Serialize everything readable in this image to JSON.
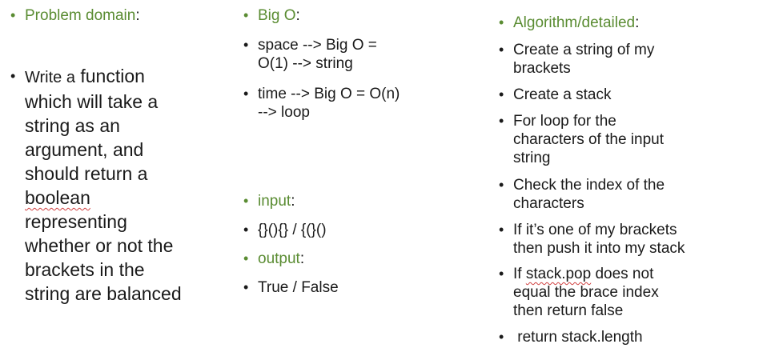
{
  "problem": {
    "heading": "Problem domain",
    "colon": ":",
    "desc_prefix": "Write a",
    "desc_word": " function",
    "desc_lines": [
      "which will take a",
      "string as an",
      "argument, and",
      "should return a"
    ],
    "desc_squiggle": "boolean",
    "desc_lines2": [
      "representing",
      "whether or not the",
      "brackets in the",
      "string are balanced"
    ]
  },
  "bigo": {
    "heading": "Big O",
    "colon": ":",
    "space_l1": "space --> Big O =",
    "space_l2": "O(1) --> string",
    "time_l1": "time --> Big O = O(n)",
    "time_l2": "--> loop"
  },
  "io": {
    "input_heading": "input",
    "input_value": "{}(){} / {(}()",
    "output_heading": "output",
    "output_value": "True / False",
    "colon": ":"
  },
  "algo": {
    "heading": "Algorithm/detailed",
    "colon": ":",
    "s1": [
      "Create a string of my",
      "brackets"
    ],
    "s2": [
      "Create a stack"
    ],
    "s3": [
      "For loop for the",
      "characters of the input",
      "string"
    ],
    "s4": [
      "Check the index of the",
      "characters"
    ],
    "s5": [
      "If it’s one of my brackets",
      "then push it into my stack"
    ],
    "s6_prefix": "If ",
    "s6_squiggle": "stack.pop",
    "s6_suffix": " does not",
    "s6_rest": [
      "equal the brace index",
      "then return false"
    ],
    "s7": " return stack.length"
  },
  "bullet_char": "•"
}
